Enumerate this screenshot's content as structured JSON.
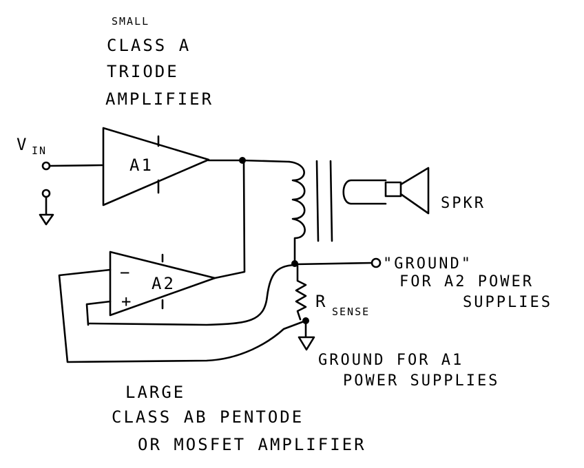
{
  "top_label": {
    "line1": "SMALL",
    "line2": "CLASS A",
    "line3": "TRIODE",
    "line4": "AMPLIFIER"
  },
  "vin": {
    "main": "V",
    "sub": "IN"
  },
  "a1_label": "A1",
  "a2_label": "A2",
  "a2_minus": "−",
  "a2_plus": "+",
  "spkr_label": "SPKR",
  "rsense": {
    "main": "R",
    "sub": "SENSE"
  },
  "a2_ground": {
    "line1": "\"GROUND\"",
    "line2": "FOR A2 POWER",
    "line3": "SUPPLIES"
  },
  "a1_ground": {
    "line1": "GROUND FOR A1",
    "line2": "POWER SUPPLIES"
  },
  "bottom_label": {
    "line1": "LARGE",
    "line2": "CLASS AB PENTODE",
    "line3": "OR MOSFET AMPLIFIER"
  }
}
